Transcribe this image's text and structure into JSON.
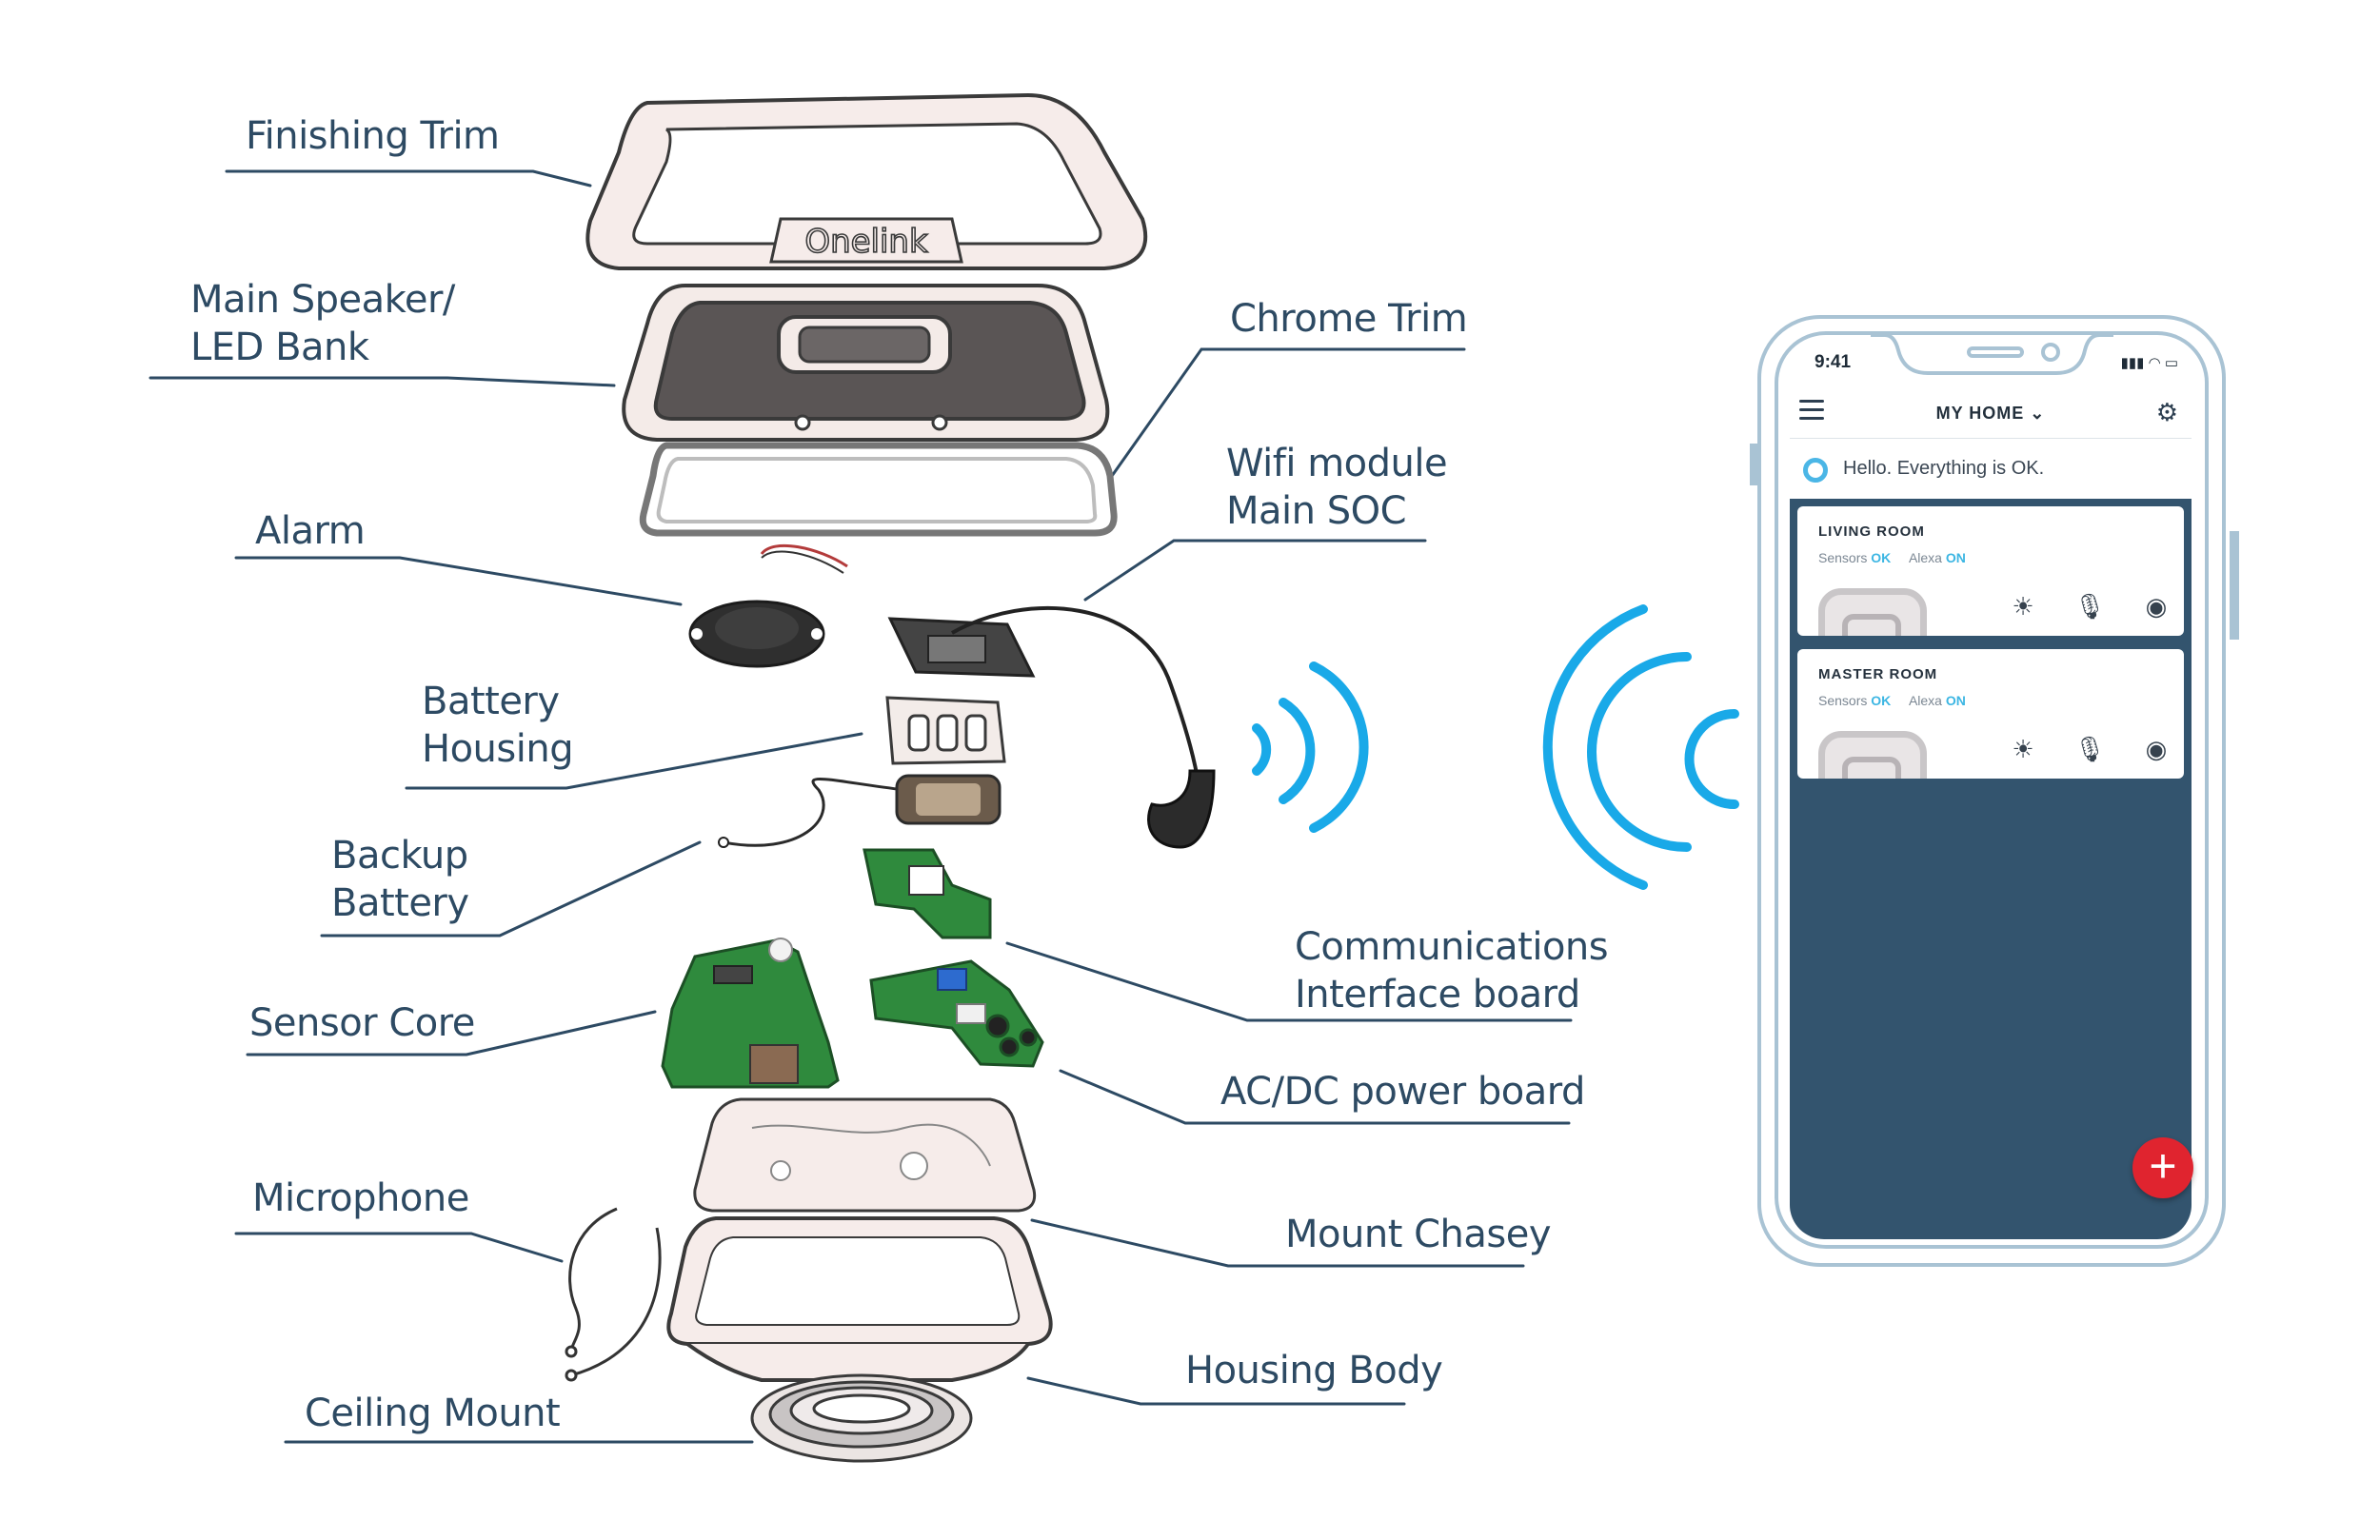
{
  "diagram": {
    "labels": {
      "finishing_trim": "Finishing Trim",
      "main_speaker_1": "Main Speaker/",
      "main_speaker_2": "LED Bank",
      "alarm": "Alarm",
      "battery_housing_1": "Battery",
      "battery_housing_2": "Housing",
      "backup_battery_1": "Backup",
      "backup_battery_2": "Battery",
      "sensor_core": "Sensor Core",
      "microphone": "Microphone",
      "ceiling_mount": "Ceiling Mount",
      "chrome_trim": "Chrome Trim",
      "wifi_1": "Wifi module",
      "wifi_2": "Main SOC",
      "comms_1": "Communications",
      "comms_2": "Interface board",
      "acdc": "AC/DC power board",
      "mount_chasey": "Mount Chasey",
      "housing_body": "Housing Body"
    },
    "logo_text": "Onelink",
    "colors": {
      "ink": "#2d4a63",
      "wifi_waves": "#19a9e8",
      "pcb": "#2f8a3d"
    }
  },
  "phone": {
    "status_time": "9:41",
    "status_icons": "▮▮▮ ◠ ▭",
    "header": {
      "title": "MY HOME",
      "chevron": "⌄",
      "menu_icon": "hamburger-icon",
      "settings_icon": "gear-icon"
    },
    "status_message": "Hello. Everything is OK.",
    "rooms": [
      {
        "title": "LIVING ROOM",
        "sensors_label": "Sensors",
        "sensors_value": "OK",
        "alexa_label": "Alexa",
        "alexa_value": "ON"
      },
      {
        "title": "MASTER ROOM",
        "sensors_label": "Sensors",
        "sensors_value": "OK",
        "alexa_label": "Alexa",
        "alexa_value": "ON"
      }
    ],
    "room_icons": [
      "sun-icon",
      "microphone-icon",
      "target-icon"
    ],
    "fab_symbol": "+",
    "colors": {
      "accent": "#3cb6e3",
      "dark_bg": "#33546e",
      "fab": "#e0242f"
    }
  }
}
